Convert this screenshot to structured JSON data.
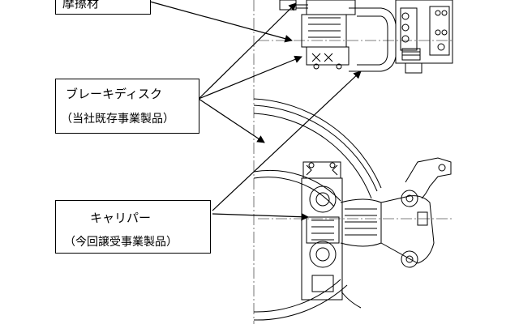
{
  "labels": {
    "top_partial": "摩擦材",
    "disc_name": "ブレーキディスク",
    "disc_note": "（当社既存事業製品）",
    "caliper_name": "キャリパー",
    "caliper_note": "（今回譲受事業製品）"
  },
  "colors": {
    "line": "#000000",
    "background": "#ffffff"
  }
}
